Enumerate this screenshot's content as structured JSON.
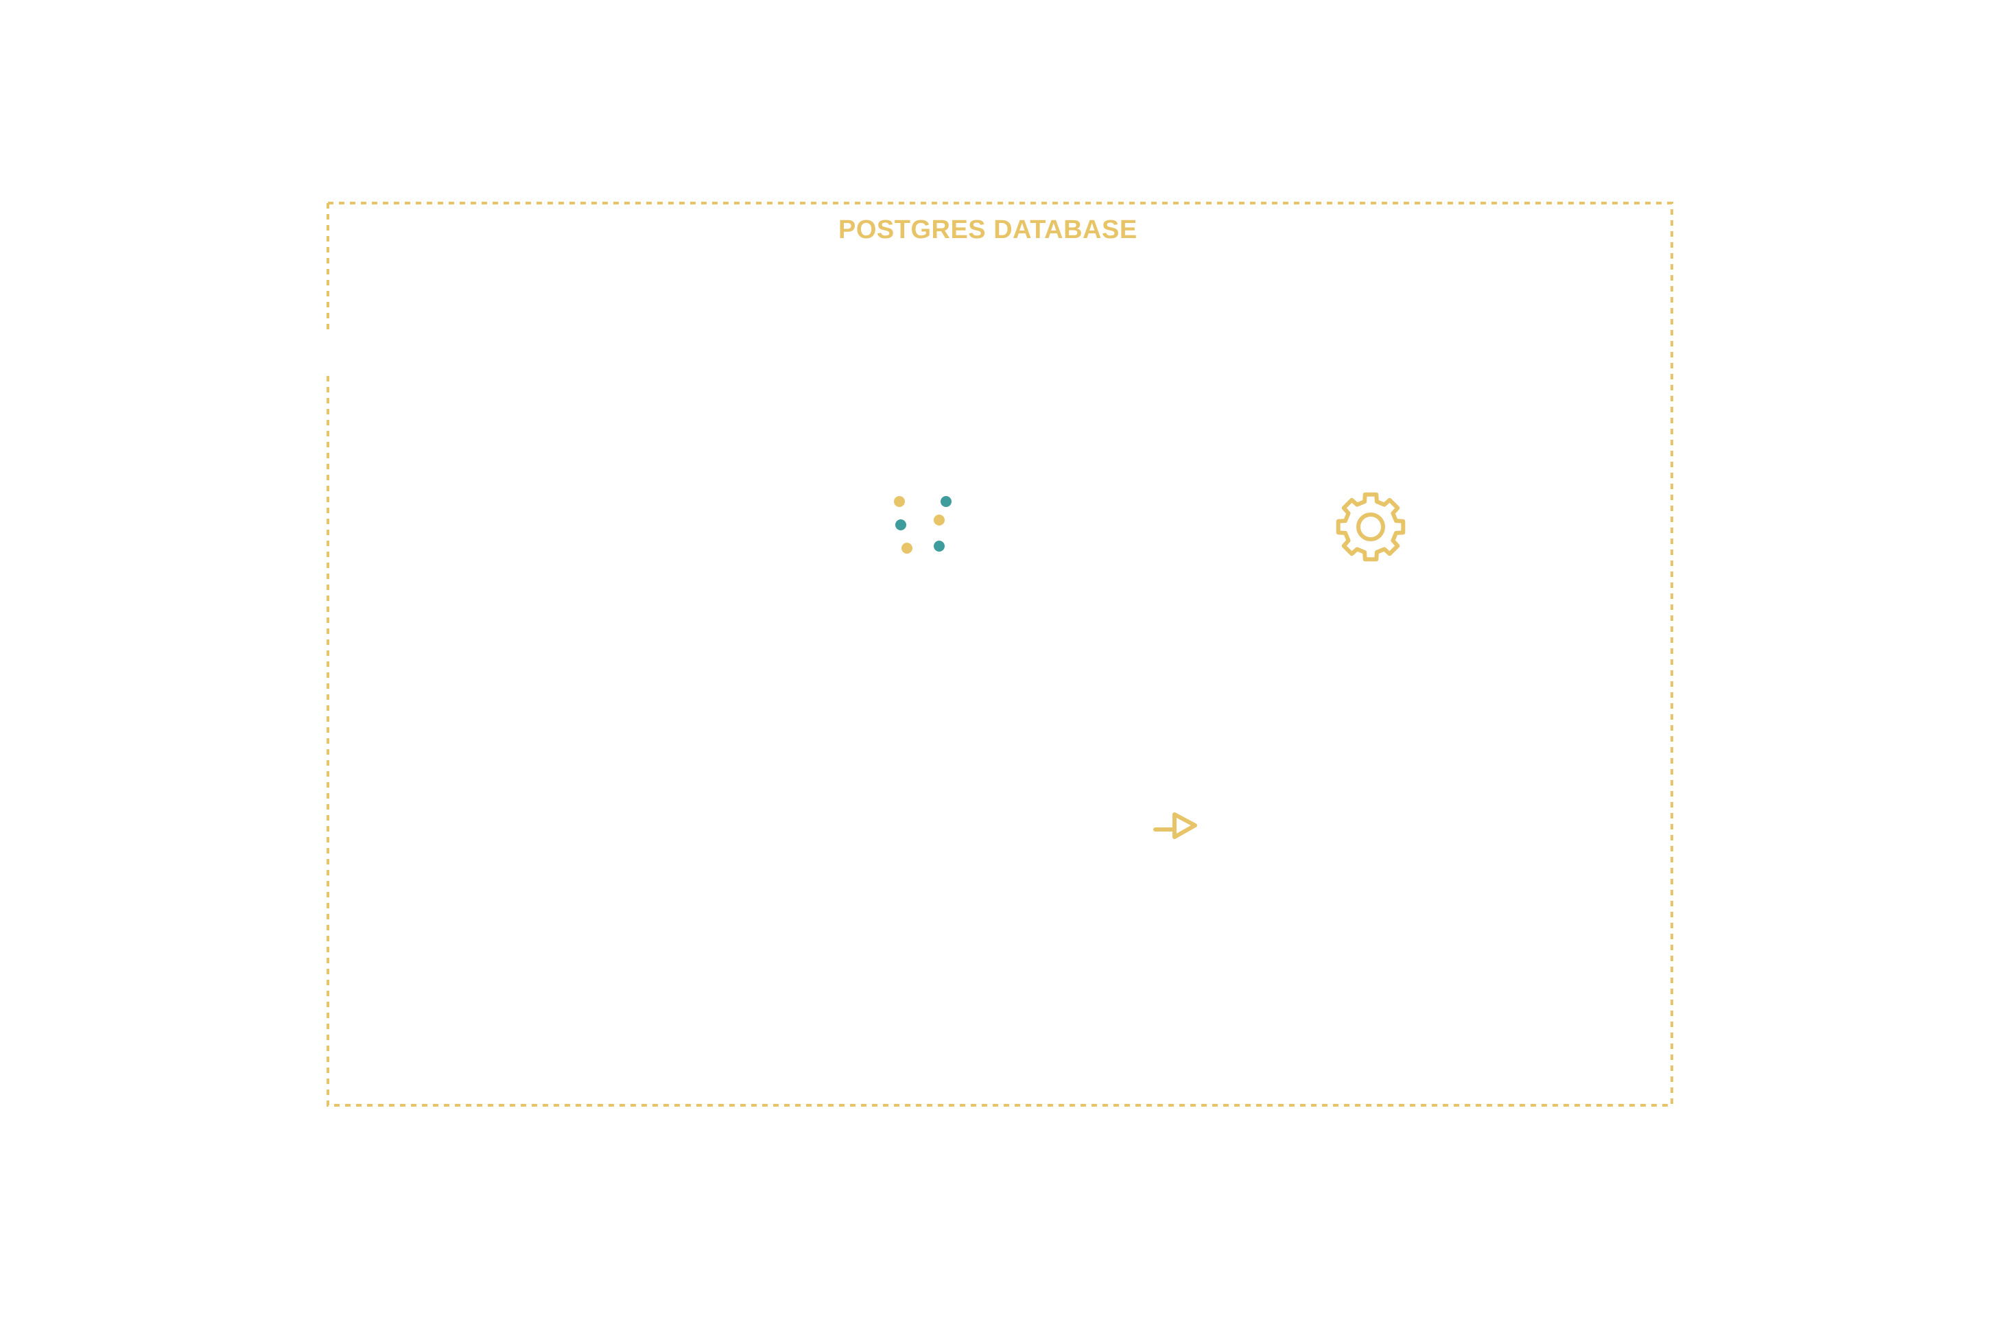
{
  "colors": {
    "accent_yellow": "#e8c468",
    "accent_teal": "#3f9c9c",
    "background": "#ffffff"
  },
  "group": {
    "title": "POSTGRES DATABASE",
    "border_style": "dashed"
  },
  "nodes": [
    {
      "id": "data-points",
      "icon": "scatter-dots-icon"
    },
    {
      "id": "processor",
      "icon": "gear-icon"
    },
    {
      "id": "output",
      "icon": "arrow-right-icon"
    }
  ],
  "dots": [
    {
      "color": "yellow"
    },
    {
      "color": "teal"
    },
    {
      "color": "teal"
    },
    {
      "color": "yellow"
    },
    {
      "color": "yellow"
    },
    {
      "color": "teal"
    }
  ]
}
